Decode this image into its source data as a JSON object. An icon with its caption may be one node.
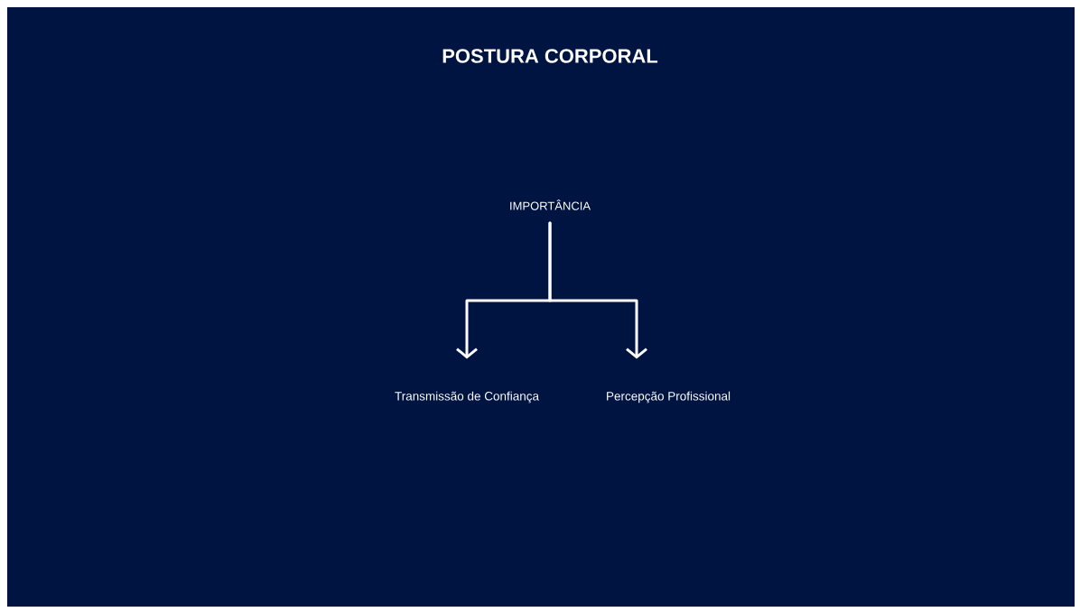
{
  "diagram": {
    "title": "POSTURA CORPORAL",
    "nodes": [
      {
        "text": [
          "IMPORTÂNCIA"
        ]
      },
      {
        "text": [
          "Transmissão de Confiança"
        ]
      },
      {
        "text": [
          "Percepção Profissional"
        ]
      }
    ],
    "edges": [
      {
        "from": 0,
        "to": 1,
        "arrow": "to"
      },
      {
        "from": 0,
        "to": 2,
        "arrow": "to"
      }
    ]
  }
}
